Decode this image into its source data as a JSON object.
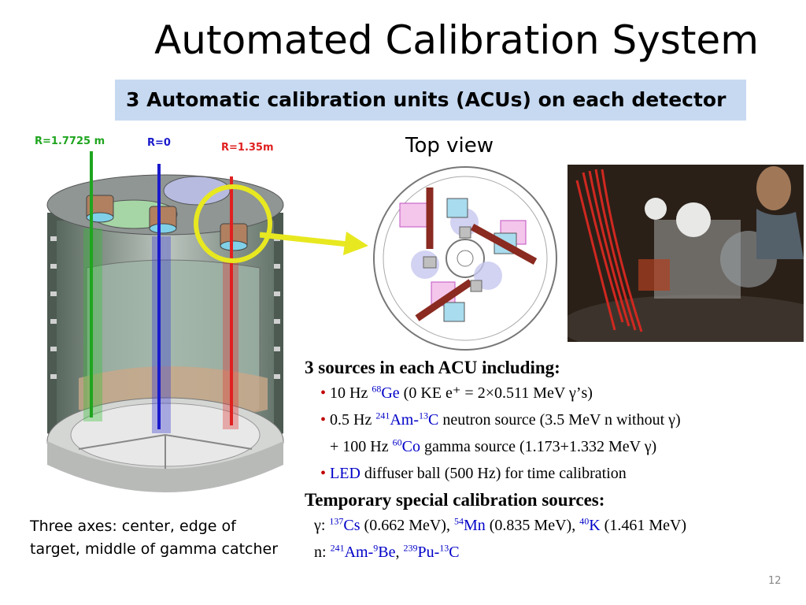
{
  "slide": {
    "title": "Automated Calibration System",
    "subtitle": "3 Automatic calibration units (ACUs) on each detector",
    "page_number": "12"
  },
  "detector": {
    "labels": {
      "r_edge": "R=1.7725 m",
      "r_center": "R=0",
      "r_mid": "R=1.35m"
    },
    "colors": {
      "edge": "#1fa51f",
      "center": "#1a1acc",
      "mid": "#e02020",
      "highlight": "#e8e820"
    }
  },
  "top_view": {
    "label": "Top view"
  },
  "caption": {
    "line1": "Three axes: center, edge of",
    "line2": "target, middle of gamma catcher"
  },
  "sources": {
    "heading": "3 sources in each ACU including:",
    "items": {
      "ge": {
        "bullet": "•",
        "pre": "10 Hz ",
        "mass": "68",
        "element": "Ge",
        "post": " (0 KE e⁺ = 2×0.511 MeV γ’s)"
      },
      "amc": {
        "bullet": "•",
        "pre": "0.5 Hz ",
        "mass1": "241",
        "el1": "Am-",
        "mass2": "13",
        "el2": "C",
        "post": " neutron source (3.5 MeV n without γ)"
      },
      "co": {
        "pre": "+ 100 Hz ",
        "mass": "60",
        "element": "Co",
        "post": " gamma source (1.173+1.332 MeV γ)"
      },
      "led": {
        "bullet": "•",
        "name": "LED",
        "post": " diffuser ball (500 Hz) for time calibration"
      }
    },
    "temp_heading": "Temporary special calibration sources:",
    "gamma": {
      "prefix": "γ: ",
      "cs_mass": "137",
      "cs": "Cs",
      "cs_e": " (0.662 MeV), ",
      "mn_mass": "54",
      "mn": "Mn",
      "mn_e": " (0.835 MeV), ",
      "k_mass": "40",
      "k": "K",
      "k_e": " (1.461 MeV)"
    },
    "neutron": {
      "prefix": "n: ",
      "am_mass": "241",
      "am": "Am-",
      "be_mass": "9",
      "be": "Be",
      "sep": ", ",
      "pu_mass": "239",
      "pu": "Pu-",
      "c_mass": "13",
      "c": "C"
    }
  }
}
